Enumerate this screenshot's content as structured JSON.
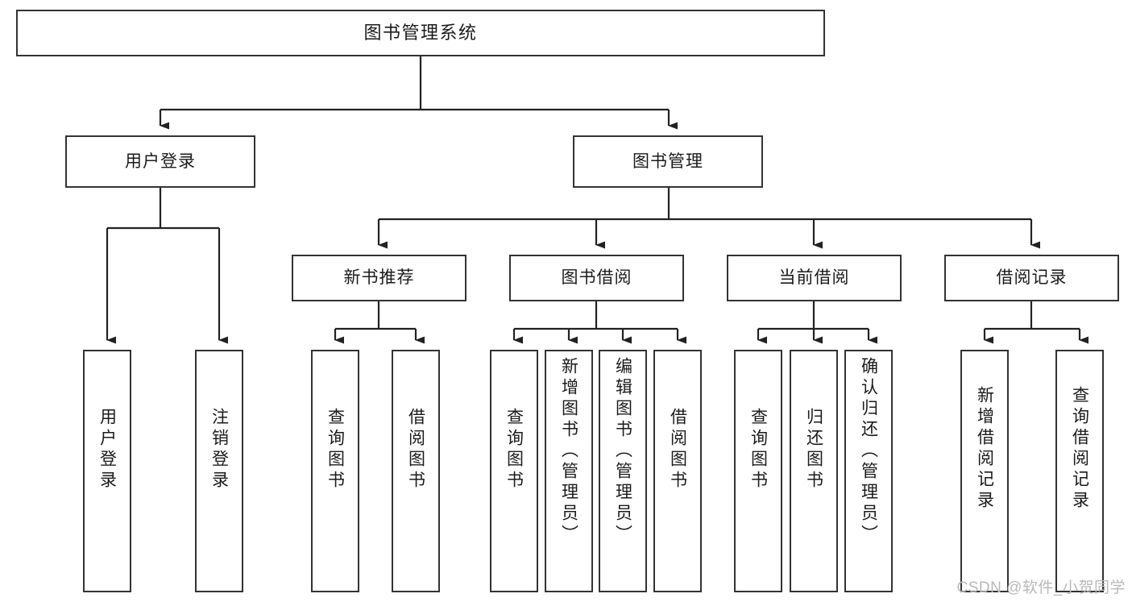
{
  "diagram": {
    "title": "图书管理系统",
    "watermark": "CSDN @软件_小贺同学",
    "colors": {
      "box_stroke": "#333333",
      "box_fill": "#ffffff",
      "text": "#1b1b1b",
      "edge": "#222222",
      "watermark": "#b9b9b9"
    },
    "nodes": {
      "root": "图书管理系统",
      "level2": [
        "用户登录",
        "图书管理"
      ],
      "level3": [
        "新书推荐",
        "图书借阅",
        "当前借阅",
        "借阅记录"
      ],
      "leaves": {
        "user_login": [
          "用户登录",
          "注销登录"
        ],
        "new_book": [
          "查询图书",
          "借阅图书"
        ],
        "borrow_book": [
          "查询图书",
          "新增图书（管理员）",
          "编辑图书（管理员）",
          "借阅图书"
        ],
        "current_borrow": [
          "查询图书",
          "归还图书",
          "确认归还（管理员）"
        ],
        "borrow_record": [
          "新增借阅记录",
          "查询借阅记录"
        ]
      }
    }
  }
}
